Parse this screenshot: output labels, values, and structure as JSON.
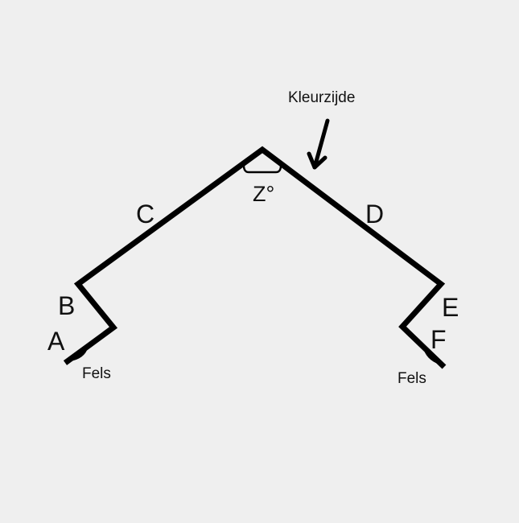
{
  "diagram": {
    "segment_labels": {
      "a": "A",
      "b": "B",
      "c": "C",
      "d": "D",
      "e": "E",
      "f": "F"
    },
    "angle_label": "Z°",
    "fold_left": "Fels",
    "fold_right": "Fels",
    "color_side": "Kleurzijde"
  },
  "colors": {
    "background": "#efefef",
    "stroke": "#000000",
    "text": "#111111"
  }
}
